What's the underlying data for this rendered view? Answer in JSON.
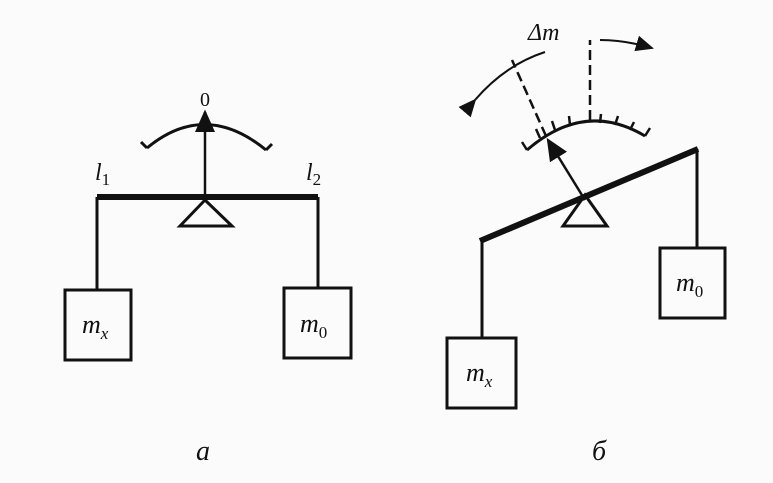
{
  "diagram_a": {
    "zero_label": "0",
    "l1_label": "l",
    "l1_sub": "1",
    "l2_label": "l",
    "l2_sub": "2",
    "left_mass": "m",
    "left_mass_sub": "x",
    "right_mass": "m",
    "right_mass_sub": "0",
    "caption": "а"
  },
  "diagram_b": {
    "delta_label": "Δm",
    "left_mass": "m",
    "left_mass_sub": "x",
    "right_mass": "m",
    "right_mass_sub": "0",
    "caption": "б"
  },
  "colors": {
    "ink": "#111111",
    "paper": "#fbfbfb"
  }
}
